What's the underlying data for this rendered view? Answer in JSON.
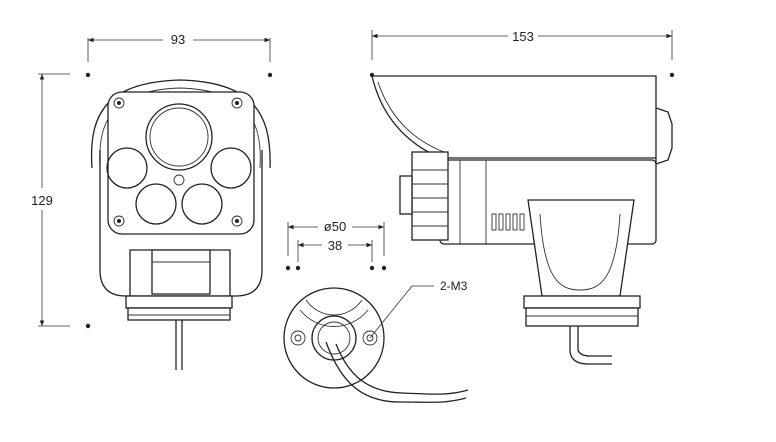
{
  "dimensions": {
    "front_width": "93",
    "side_length": "153",
    "height": "129",
    "base_diameter": "ø50",
    "hole_spacing": "38",
    "mount_screws": "2-M3"
  },
  "icons": {
    "front_view": "camera-front-view-icon",
    "side_view": "camera-side-view-icon",
    "base_view": "mounting-base-view-icon"
  }
}
